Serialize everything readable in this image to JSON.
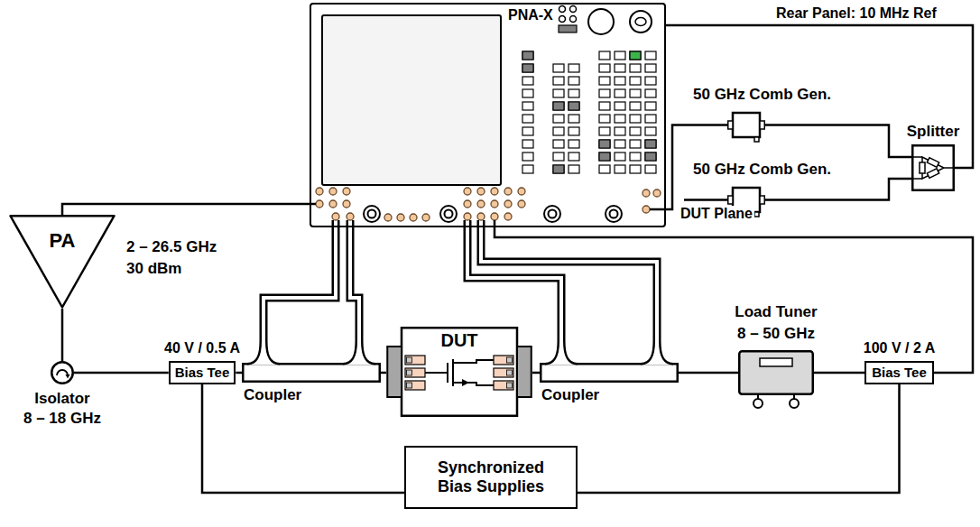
{
  "diagram": {
    "nodes": [
      {
        "text": [
          "PNA-X"
        ]
      },
      {
        "text": [
          "50 GHz Comb Gen."
        ]
      },
      {
        "text": [
          "Splitter"
        ]
      },
      {
        "text": [
          "50 GHz Comb Gen."
        ]
      },
      {
        "text": [
          "PA"
        ]
      },
      {
        "text": [
          "Isolator",
          "8 – 18 GHz"
        ]
      },
      {
        "text": [
          "40 V / 0.5 A",
          "Bias Tee"
        ]
      },
      {
        "text": [
          "Coupler"
        ]
      },
      {
        "text": [
          "DUT"
        ]
      },
      {
        "text": [
          "Coupler"
        ]
      },
      {
        "text": [
          "Load Tuner",
          "8 – 50 GHz"
        ]
      },
      {
        "text": [
          "100 V / 2 A",
          "Bias Tee"
        ]
      },
      {
        "text": [
          "Synchronized Bias Supplies"
        ]
      }
    ],
    "edges": [
      {
        "from": 0,
        "to": 4,
        "arrow": "none"
      },
      {
        "from": 4,
        "to": 5,
        "arrow": "none"
      },
      {
        "from": 5,
        "to": 6,
        "arrow": "none"
      },
      {
        "from": 6,
        "to": 7,
        "arrow": "none"
      },
      {
        "from": 7,
        "to": 8,
        "arrow": "none"
      },
      {
        "from": 8,
        "to": 9,
        "arrow": "none"
      },
      {
        "from": 9,
        "to": 10,
        "arrow": "none"
      },
      {
        "from": 10,
        "to": 11,
        "arrow": "none"
      },
      {
        "from": 7,
        "to": 0,
        "arrow": "none"
      },
      {
        "from": 7,
        "to": 0,
        "arrow": "none"
      },
      {
        "from": 9,
        "to": 0,
        "arrow": "none"
      },
      {
        "from": 9,
        "to": 0,
        "arrow": "none"
      },
      {
        "from": 11,
        "to": 0,
        "arrow": "none"
      },
      {
        "from": 12,
        "to": 6,
        "arrow": "none"
      },
      {
        "from": 12,
        "to": 11,
        "arrow": "none"
      },
      {
        "from": 0,
        "to": 2,
        "label": "Rear Panel: 10 MHz Ref",
        "arrow": "none"
      },
      {
        "from": 2,
        "to": 1,
        "arrow": "none"
      },
      {
        "from": 2,
        "to": 3,
        "arrow": "none"
      },
      {
        "from": 1,
        "to": 0,
        "arrow": "none"
      }
    ],
    "labels": [
      "DUT Plane",
      "2 – 26.5 GHz",
      "30 dBm"
    ]
  }
}
